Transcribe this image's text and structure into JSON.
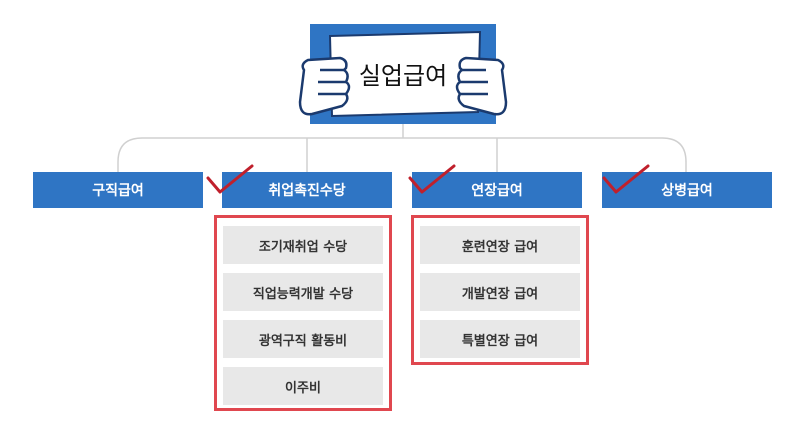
{
  "title": "실업급여",
  "categories": [
    {
      "label": "구직급여",
      "checked": false
    },
    {
      "label": "취업촉진수당",
      "checked": true
    },
    {
      "label": "연장급여",
      "checked": true
    },
    {
      "label": "상병급여",
      "checked": true
    }
  ],
  "groups": {
    "promotion": [
      "조기재취업 수당",
      "직업능력개발 수당",
      "광역구직 활동비",
      "이주비"
    ],
    "extension": [
      "훈련연장 급여",
      "개발연장 급여",
      "특별연장 급여"
    ]
  },
  "colors": {
    "category_bg": "#2f75c4",
    "banner_blue": "#2f75c4",
    "highlight_border": "#e0474f",
    "check_mark": "#c0202c",
    "sub_item_bg": "#e8e8e8",
    "connector": "#d0d0d0"
  },
  "icons": [
    "hands-holding-sign-icon",
    "check-mark-icon"
  ]
}
